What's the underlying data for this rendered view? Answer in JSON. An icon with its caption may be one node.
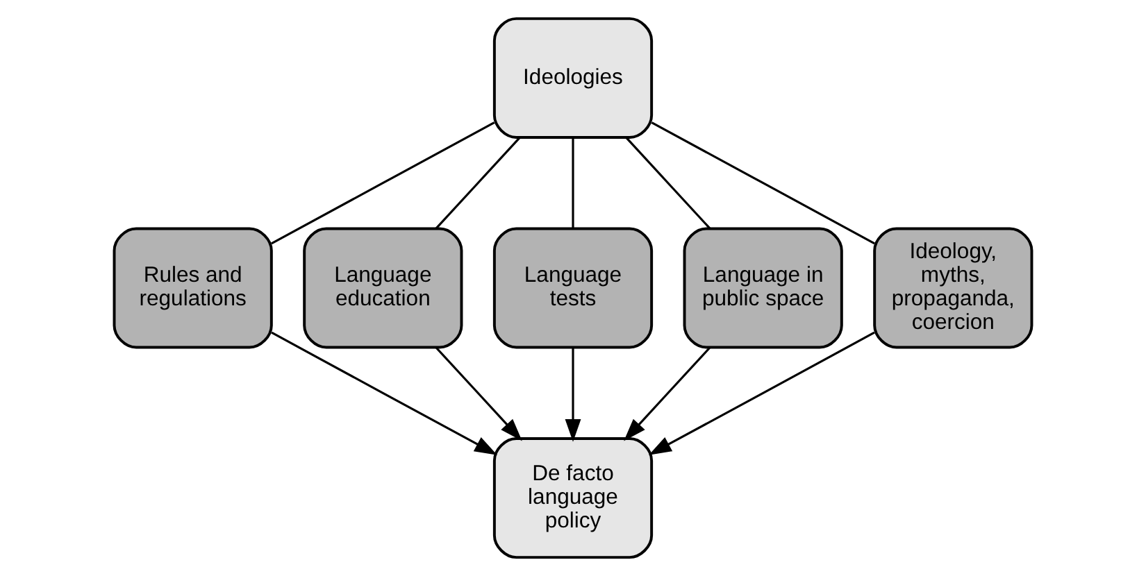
{
  "diagram": {
    "nodes": [
      {
        "text": [
          "Ideologies"
        ]
      },
      {
        "text": [
          "Rules and regulations"
        ]
      },
      {
        "text": [
          "Language education"
        ]
      },
      {
        "text": [
          "Language tests"
        ]
      },
      {
        "text": [
          "Language in public space"
        ]
      },
      {
        "text": [
          "Ideology, myths, propaganda, coercion"
        ]
      },
      {
        "text": [
          "De facto language policy"
        ]
      }
    ],
    "edges": [
      {
        "from": 0,
        "to": 1,
        "arrow": "none"
      },
      {
        "from": 0,
        "to": 2,
        "arrow": "none"
      },
      {
        "from": 0,
        "to": 3,
        "arrow": "none"
      },
      {
        "from": 0,
        "to": 4,
        "arrow": "none"
      },
      {
        "from": 0,
        "to": 5,
        "arrow": "none"
      },
      {
        "from": 1,
        "to": 6,
        "arrow": "to"
      },
      {
        "from": 2,
        "to": 6,
        "arrow": "to"
      },
      {
        "from": 3,
        "to": 6,
        "arrow": "to"
      },
      {
        "from": 4,
        "to": 6,
        "arrow": "to"
      },
      {
        "from": 5,
        "to": 6,
        "arrow": "to"
      }
    ]
  }
}
